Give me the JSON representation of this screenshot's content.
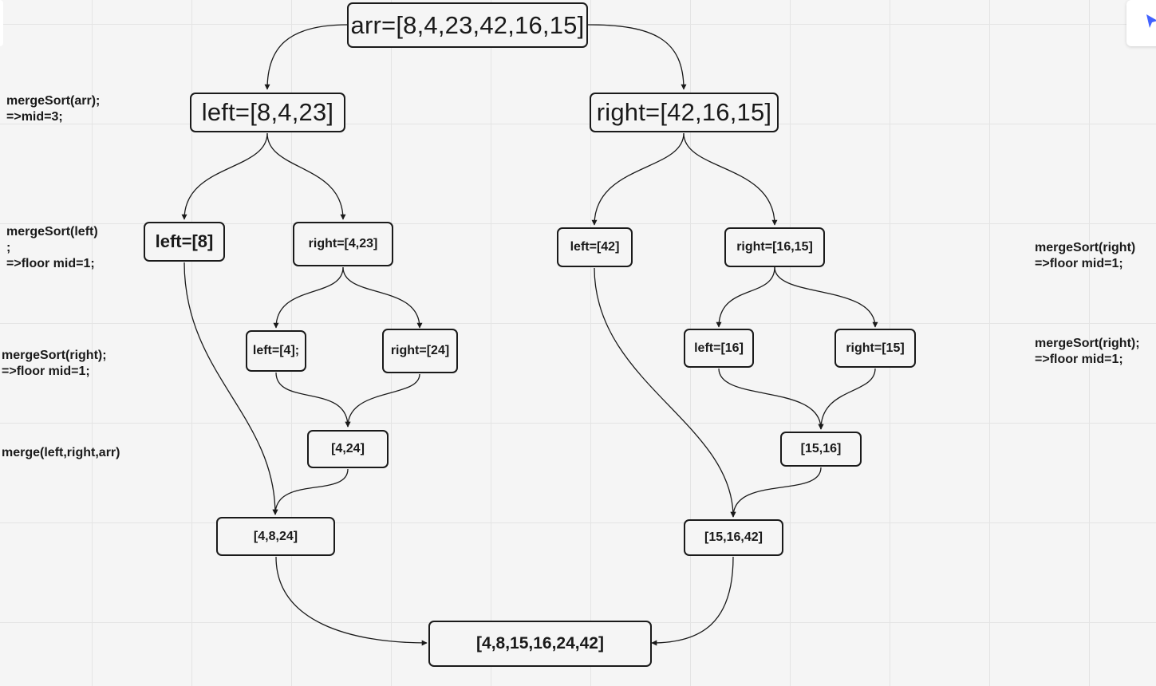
{
  "nodes": {
    "arr": "arr=[8,4,23,42,16,15]",
    "left1": "left=[8,4,23]",
    "right1": "right=[42,16,15]",
    "left2": "left=[8]",
    "right2": "right=[4,23]",
    "left3": "left=[42]",
    "right3": "right=[16,15]",
    "left4": "left=[4];",
    "right4": "right=[24]",
    "left5": "left=[16]",
    "right5": "right=[15]",
    "merge1": "[4,24]",
    "merge2": "[15,16]",
    "merge3": "[4,8,24]",
    "merge4": "[15,16,42]",
    "result": "[4,8,15,16,24,42]"
  },
  "notes": {
    "n1": "mergeSort(arr);\n=>mid=3;",
    "n2": "mergeSort(left)\n;\n=>floor mid=1;",
    "n3": "mergeSort(right);\n=>floor mid=1;",
    "n4": "merge(left,right,arr)",
    "n5": "mergeSort(right)\n=>floor mid=1;",
    "n6": "mergeSort(right);\n=>floor mid=1;"
  },
  "colors": {
    "stroke": "#1a1a1a",
    "background": "#f5f5f5",
    "grid": "#e4e4e4",
    "accent": "#4262ff"
  },
  "icons": {
    "toolbar": "cursor-icon"
  }
}
